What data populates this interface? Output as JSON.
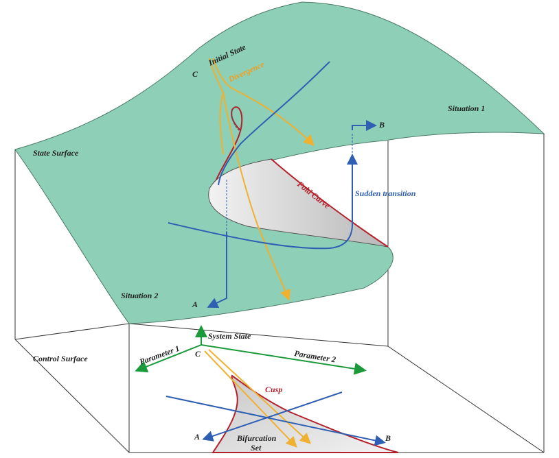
{
  "labels": {
    "initial_state": "Initial State",
    "divergence": "Divergence",
    "situation_1": "Situation 1",
    "situation_2": "Situation 2",
    "state_surface": "State Surface",
    "fold_curve": "Fold Curve",
    "sudden_transition": "Sudden transition",
    "point_c_top": "C",
    "point_b_top": "B",
    "point_a_top": "A",
    "system_state": "System State",
    "parameter_1": "Parameter 1",
    "parameter_2": "Parameter 2",
    "control_surface": "Control Surface",
    "point_c_bottom": "C",
    "cusp": "Cusp",
    "bifurcation": "Bifurcation",
    "set": "Set",
    "point_a_bottom": "A",
    "point_b_bottom": "B"
  },
  "colors": {
    "surface": "#8ecfb8",
    "surface_stroke": "#4a7a68",
    "fold_fill": "#d9d9d9",
    "red": "#b3202a",
    "blue": "#2f5fb3",
    "orange": "#f0b030",
    "green": "#1a9a3a",
    "box": "#333333"
  }
}
